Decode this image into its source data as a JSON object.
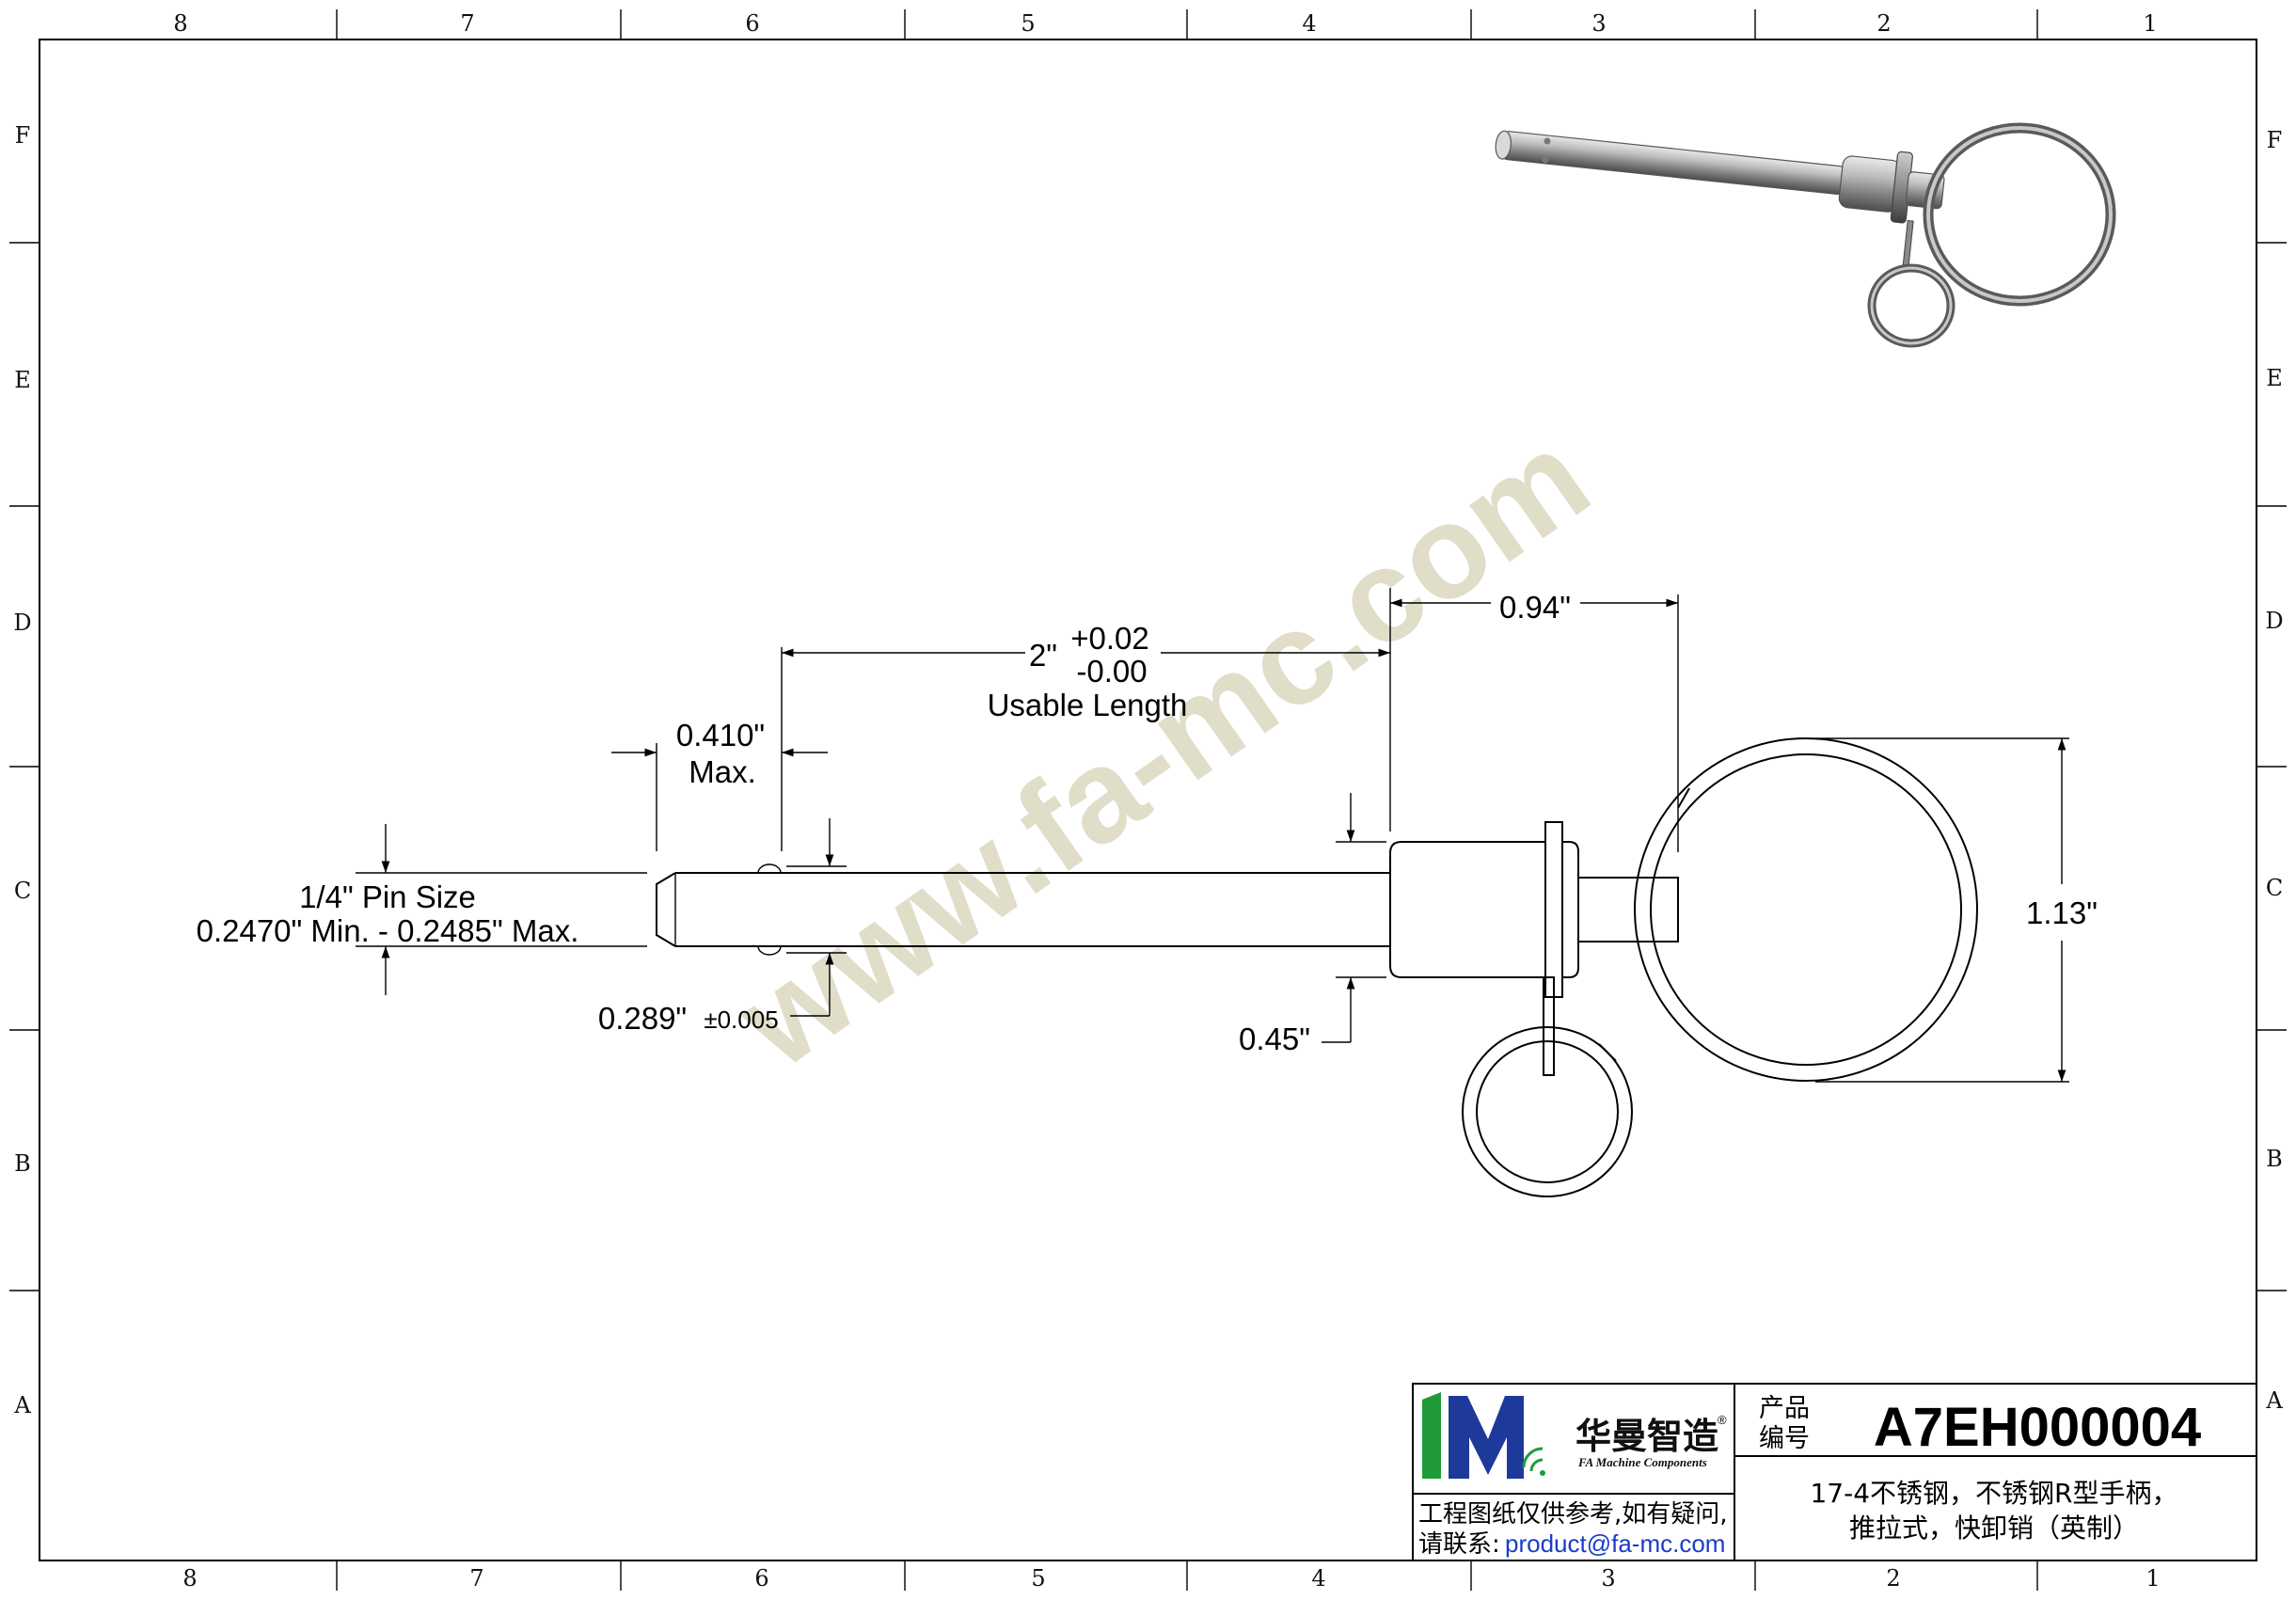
{
  "zones": {
    "columns": [
      "8",
      "7",
      "6",
      "5",
      "4",
      "3",
      "2",
      "1"
    ],
    "rows": [
      "F",
      "E",
      "D",
      "C",
      "B",
      "A"
    ]
  },
  "watermark": "www.fa-mc.com",
  "dimensions": {
    "pin_size_line1": "1/4\" Pin Size",
    "pin_size_line2": "0.2470\" Min. - 0.2485\" Max.",
    "tip_line1": "0.410\"",
    "tip_line2": "Max.",
    "usable_nominal": "2\"",
    "usable_tol_plus": "+0.02",
    "usable_tol_minus": "-0.00",
    "usable_label": "Usable Length",
    "grip_length": "0.94\"",
    "ring_diameter": "1.13\"",
    "ball_dia": "0.289\"",
    "ball_tol": "±0.005",
    "collar_offset": "0.45\""
  },
  "title_block": {
    "logo_mark": "1M",
    "logo_cn": "华曼智造",
    "logo_reg": "®",
    "logo_en": "FA Machine Components",
    "product_label_1": "产品",
    "product_label_2": "编号",
    "product_code": "A7EH000004",
    "desc_line1": "17-4不锈钢，不锈钢R型手柄，",
    "desc_line2": "推拉式，快卸销（英制）",
    "note_line1": "工程图纸仅供参考,如有疑问,",
    "note_line2_prefix": "请联系:",
    "note_email": "product@fa-mc.com"
  },
  "colors": {
    "logo_green": "#1f9b3a",
    "logo_blue": "#1d3a9a",
    "email_blue": "#1a3cc8",
    "watermark": "#d6d3b8"
  }
}
